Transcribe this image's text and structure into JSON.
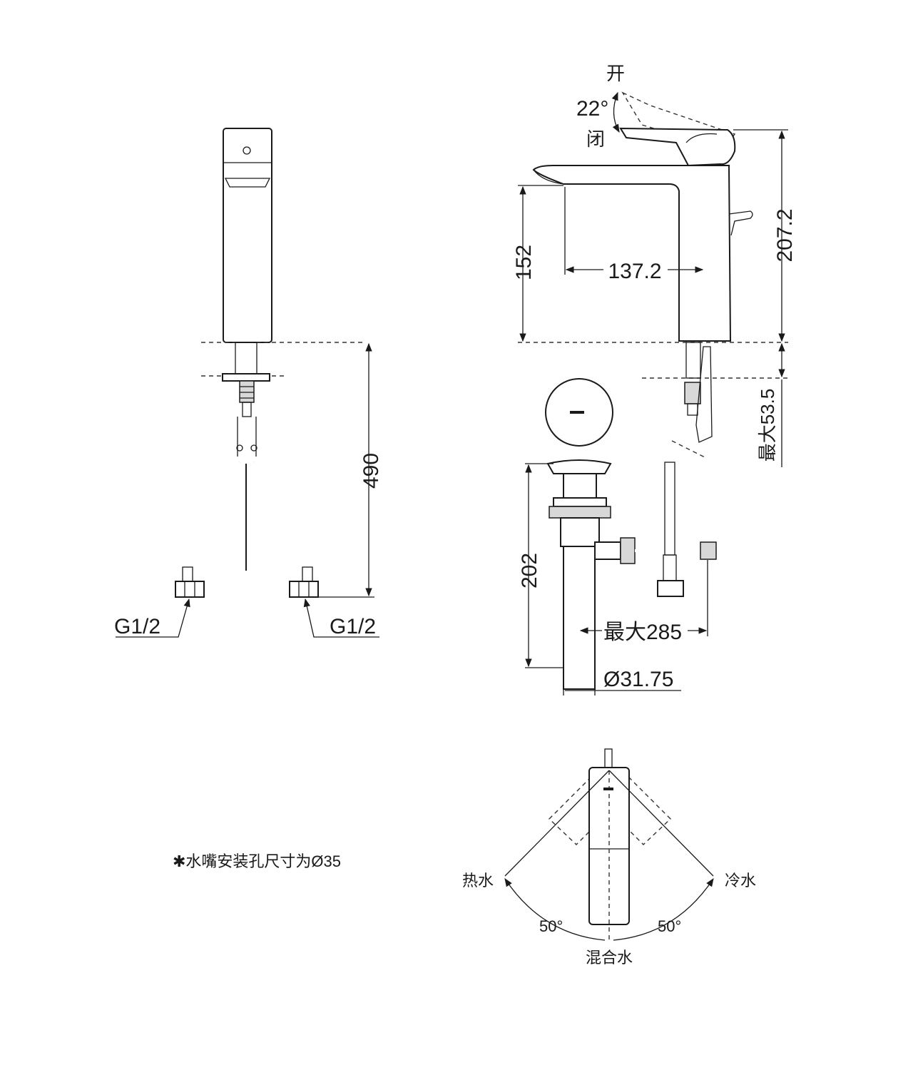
{
  "labels": {
    "open": "开",
    "angle_open": "22°",
    "closed": "闭",
    "dim_spout_height": "152",
    "dim_spout_reach": "137.2",
    "dim_total_height": "207.2",
    "dim_hose_length": "490",
    "dim_max_thickness": "最大53.5",
    "dim_drain_height": "202",
    "dim_drain_reach": "最大285",
    "dim_drain_diameter": "Ø31.75",
    "thread_left": "G1/2",
    "thread_right": "G1/2",
    "note_install_hole": "✱水嘴安装孔尺寸为Ø35",
    "hot_water": "热水",
    "cold_water": "冷水",
    "angle_left": "50°",
    "angle_right": "50°",
    "mixed_water": "混合水"
  },
  "colors": {
    "line": "#1a1a1a",
    "background": "#ffffff"
  }
}
